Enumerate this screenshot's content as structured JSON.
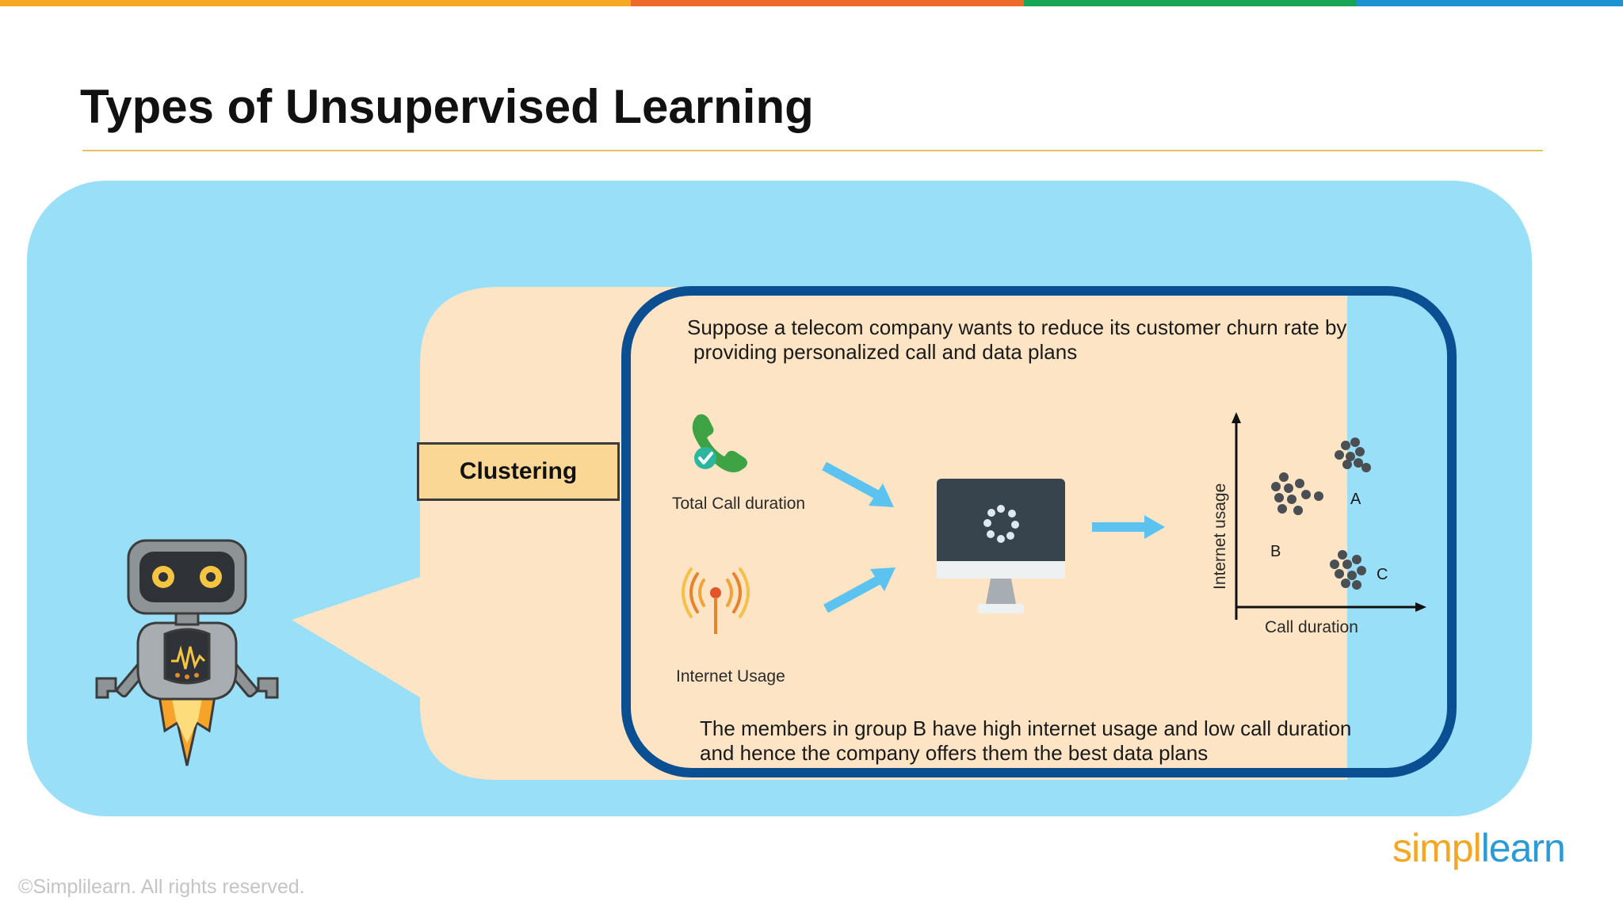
{
  "colors": {
    "strip": [
      "#f7a825",
      "#ee6a2b",
      "#19a556",
      "#1e93d2"
    ],
    "panel": "#9adff8",
    "bubble_fill": "#fde4c4",
    "bubble_border": "#0a4f91",
    "arrow": "#5cc3f0"
  },
  "slide": {
    "title": "Types of Unsupervised Learning"
  },
  "clustering": {
    "label": "Clustering"
  },
  "bubble": {
    "intro_line1": "Suppose a telecom company wants to reduce its customer churn rate by",
    "intro_line2": "providing personalized call and data plans",
    "inputs": {
      "call_label": "Total Call duration",
      "call_icon": "phone-icon",
      "internet_label": "Internet Usage",
      "internet_icon": "antenna-icon"
    },
    "processor_icon": "computer-monitor-icon",
    "scatter": {
      "x_label": "Call duration",
      "y_label": "Internet usage",
      "groups": [
        "A",
        "B",
        "C"
      ]
    },
    "conclusion_line1": "The members in group B have high internet usage and low call duration",
    "conclusion_line2": "and hence the company offers them the best data plans"
  },
  "mascot": {
    "icon": "robot-icon"
  },
  "footer": {
    "copyright": "©Simplilearn. All rights reserved.",
    "logo_part1": "simpl",
    "logo_part2": "learn"
  }
}
